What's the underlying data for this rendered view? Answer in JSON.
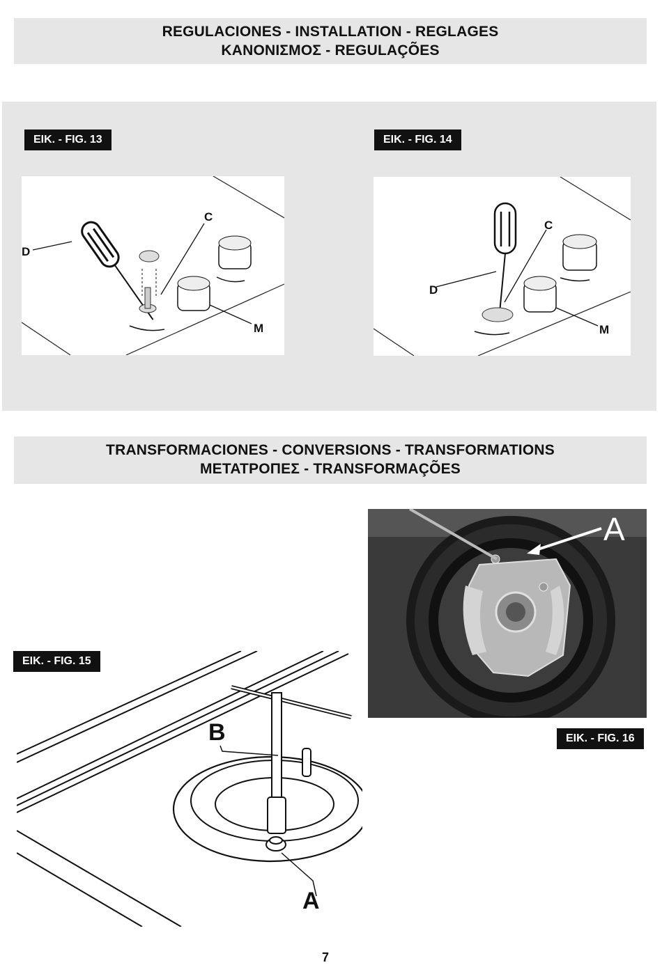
{
  "section1": {
    "title_line1": "REGULACIONES -  INSTALLATION - REGLAGES",
    "title_line2": "ΚΑΝΟΝΙΣΜΟΣ  - REGULAÇÕES"
  },
  "section2": {
    "title_line1": "TRANSFORMACIONES - CONVERSIONS - TRANSFORMATIONS",
    "title_line2": "ΜΕΤΑΤΡΟΠΕΣ - TRANSFORMAÇÕES"
  },
  "figures": {
    "fig13": {
      "label": "EIK. - FIG. 13",
      "callouts": {
        "c": "C",
        "d": "D",
        "m": "M"
      }
    },
    "fig14": {
      "label": "EIK. - FIG. 14",
      "callouts": {
        "c": "C",
        "d": "D",
        "m": "M"
      }
    },
    "fig15": {
      "label": "EIK. - FIG. 15",
      "callouts": {
        "a": "A",
        "b": "B"
      }
    },
    "fig16": {
      "label": "EIK. - FIG. 16",
      "callouts": {
        "a": "A"
      }
    }
  },
  "page_number": "7"
}
